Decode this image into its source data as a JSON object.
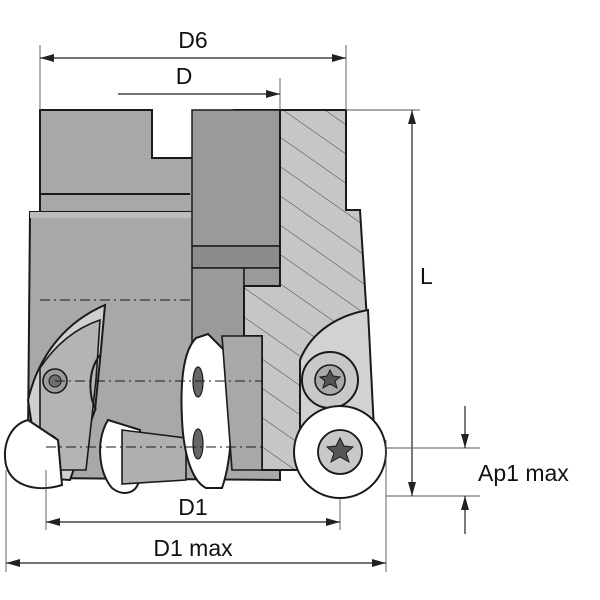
{
  "labels": {
    "d6": "D6",
    "d": "D",
    "l": "L",
    "d1": "D1",
    "d1_max": "D1 max",
    "ap1_max": "Ap1 max"
  },
  "colors": {
    "body": "#a8a8a8",
    "body_light": "#bcbcbc",
    "section": "#c6c6c6",
    "bore": "#9a9a9a",
    "insert": "#ffffff",
    "outline": "#1a1a1a"
  }
}
